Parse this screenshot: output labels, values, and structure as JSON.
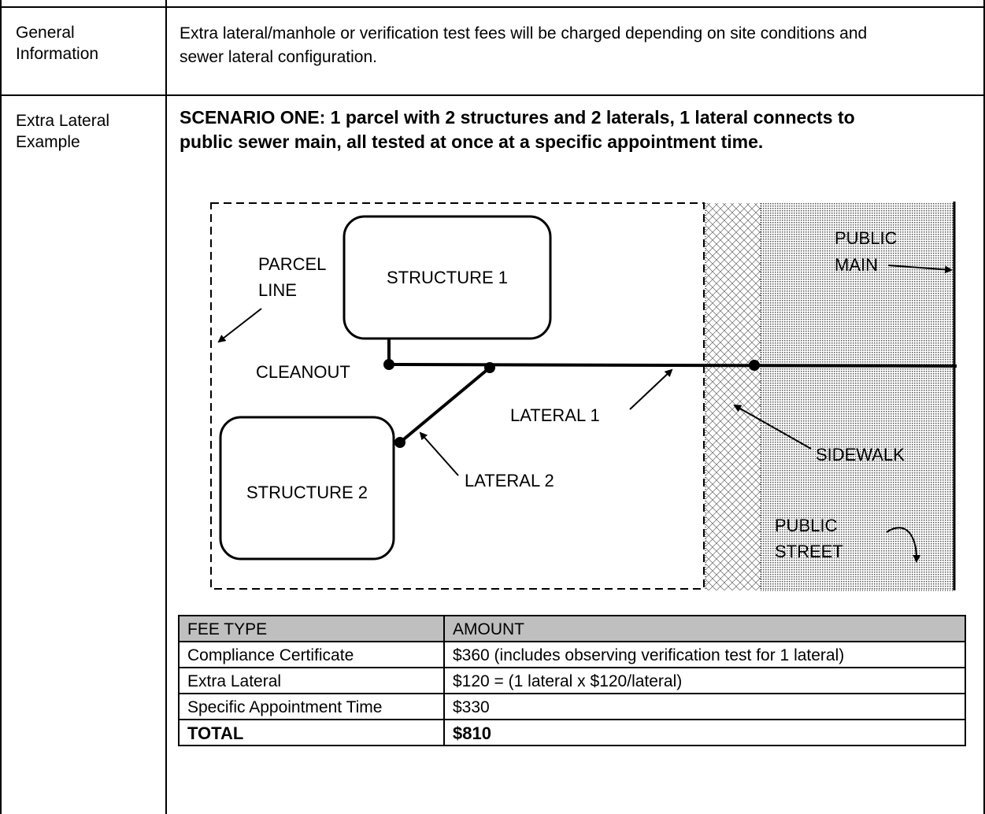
{
  "rows": {
    "general": {
      "label": "General\nInformation",
      "text": "Extra lateral/manhole or verification test fees will be charged depending on site conditions and sewer lateral configuration."
    },
    "example": {
      "label": "Extra Lateral\nExample",
      "heading": "SCENARIO ONE: 1 parcel with 2 structures and 2 laterals, 1 lateral connects to public sewer main, all tested at once at a specific appointment time."
    }
  },
  "diagram": {
    "parcel_line": "PARCEL\nLINE",
    "structure1": "STRUCTURE 1",
    "structure2": "STRUCTURE 2",
    "cleanout": "CLEANOUT",
    "lateral1": "LATERAL 1",
    "lateral2": "LATERAL 2",
    "sidewalk": "SIDEWALK",
    "public_main": "PUBLIC\nMAIN",
    "public_street": "PUBLIC\nSTREET"
  },
  "fees": {
    "headers": [
      "FEE TYPE",
      "AMOUNT"
    ],
    "rows": [
      [
        "Compliance Certificate",
        "$360 (includes observing verification test for 1 lateral)"
      ],
      [
        "Extra Lateral",
        "$120 = (1 lateral x $120/lateral)"
      ],
      [
        "Specific Appointment Time",
        "$330"
      ]
    ],
    "total": [
      "TOTAL",
      "$810"
    ]
  }
}
